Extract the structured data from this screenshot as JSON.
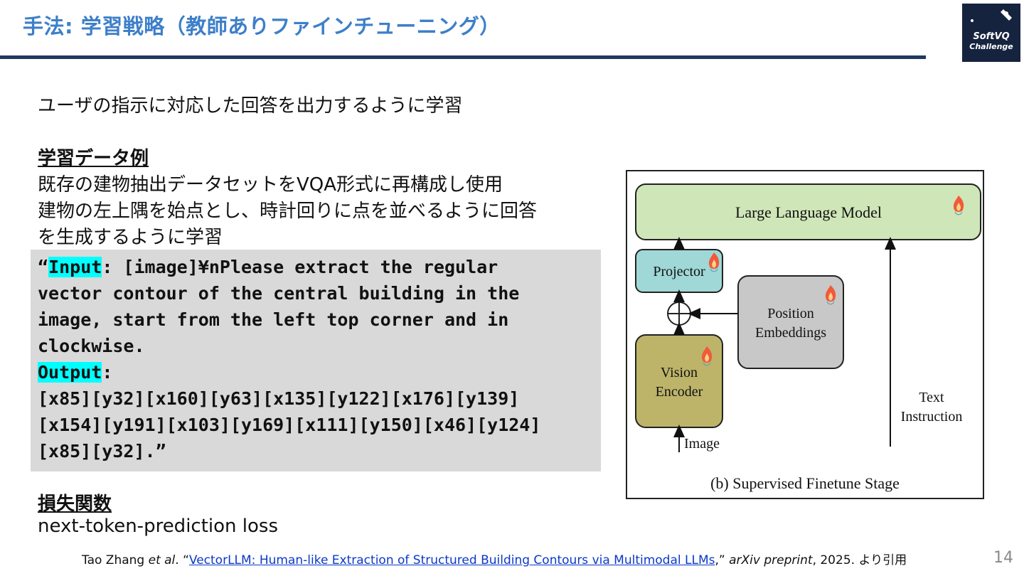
{
  "slide": {
    "title": "手法: 学習戦略（教師ありファインチューニング）",
    "page_number": "14"
  },
  "logo": {
    "text_top": "SoftVQ",
    "text_bottom": "Challenge"
  },
  "content": {
    "intro": "ユーザの指示に対応した回答を出力するように学習",
    "data_heading": "学習データ例",
    "data_line1": "既存の建物抽出データセットをVQA形式に再構成し使用",
    "data_line2": "建物の左上隅を始点とし、時計回りに点を並べるように回答",
    "data_line3": "を生成するように学習",
    "loss_heading": "損失関数",
    "loss_text": "next-token-prediction loss"
  },
  "example": {
    "open_quote": "“",
    "input_label": "Input",
    "input_rest": ": [image]¥nPlease extract the regular",
    "input_line2": "vector contour of the central building in the",
    "input_line3": "image, start from the left top corner and in",
    "input_line4": "clockwise.",
    "output_label": "Output",
    "output_colon": ":",
    "output_line1": "[x85][y32][x160][y63][x135][y122][x176][y139]",
    "output_line2": "[x154][y191][x103][y169][x111][y150][x46][y124]",
    "output_line3": "[x85][y32].”"
  },
  "figure": {
    "llm": "Large Language Model",
    "projector": "Projector",
    "position_line1": "Position",
    "position_line2": "Embeddings",
    "vision_line1": "Vision",
    "vision_line2": "Encoder",
    "image": "Image",
    "text_line1": "Text",
    "text_line2": "Instruction",
    "caption": "(b) Supervised Finetune Stage",
    "colors": {
      "llm": "#cfe6b8",
      "projector": "#9fd8d6",
      "position": "#c8c8c8",
      "vision": "#bdb46a"
    }
  },
  "footer": {
    "author": "Tao Zhang ",
    "etal": "et al",
    "after_etal": ". “",
    "paper_title": "VectorLLM: Human-like Extraction of Structured Building Contours via Multimodal LLMs",
    "after_title": ",” ",
    "venue": "arXiv preprint",
    "year": ", 2025. より引用"
  }
}
